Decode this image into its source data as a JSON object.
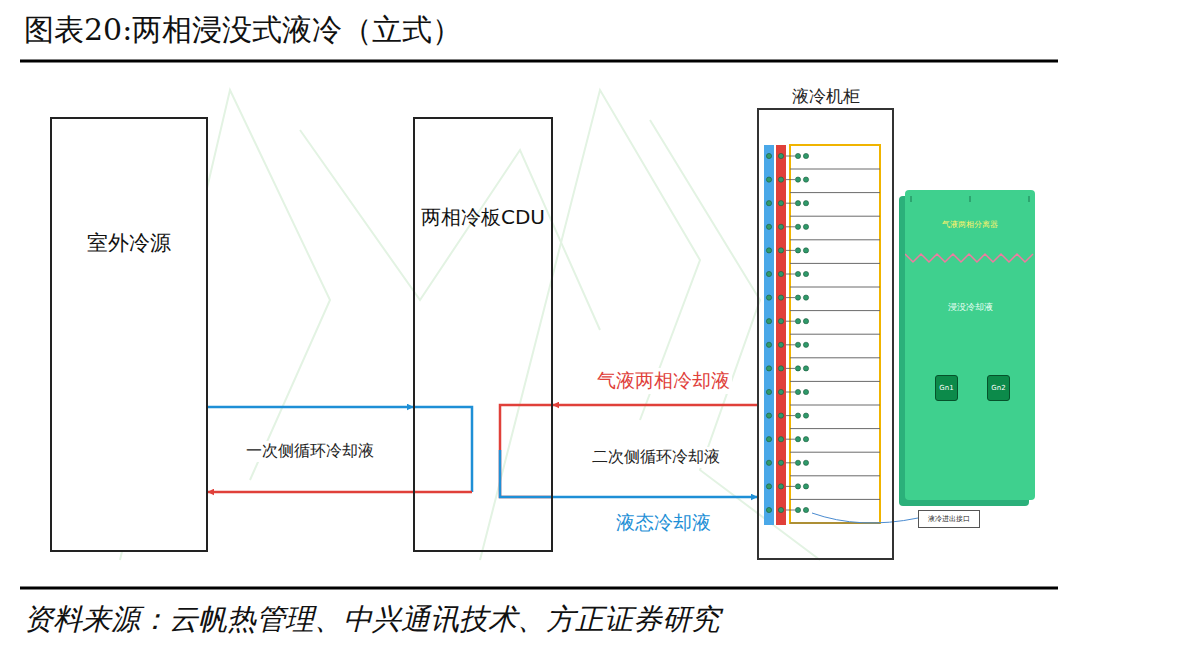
{
  "diagram": {
    "title": "图表20:两相浸没式液冷（立式）",
    "caption": "资料来源：云帆热管理、中兴通讯技术、方正证券研究",
    "nodes": [
      {
        "text": [
          "室外冷源"
        ]
      },
      {
        "text": [
          "两相冷板CDU"
        ]
      },
      {
        "text": [
          "液冷机柜"
        ]
      },
      {
        "text": [
          "气液两相分离器",
          "浸没冷却液"
        ]
      },
      {
        "text": [
          "Gn1"
        ],
        "in": 3
      },
      {
        "text": [
          "Gn2"
        ],
        "in": 3
      },
      {
        "text": [
          "液冷进出接口"
        ]
      }
    ],
    "edges": [
      {
        "from": 0,
        "to": 1,
        "arrow": "to"
      },
      {
        "from": 1,
        "to": 0,
        "arrow": "to"
      },
      {
        "from": 2,
        "to": 1,
        "label": "气液两相冷却液",
        "arrow": "to"
      },
      {
        "from": 1,
        "to": 2,
        "label": "液态冷却液",
        "arrow": "to"
      }
    ],
    "labels": [
      "一次侧循环冷却液",
      "二次侧循环冷却液"
    ]
  }
}
